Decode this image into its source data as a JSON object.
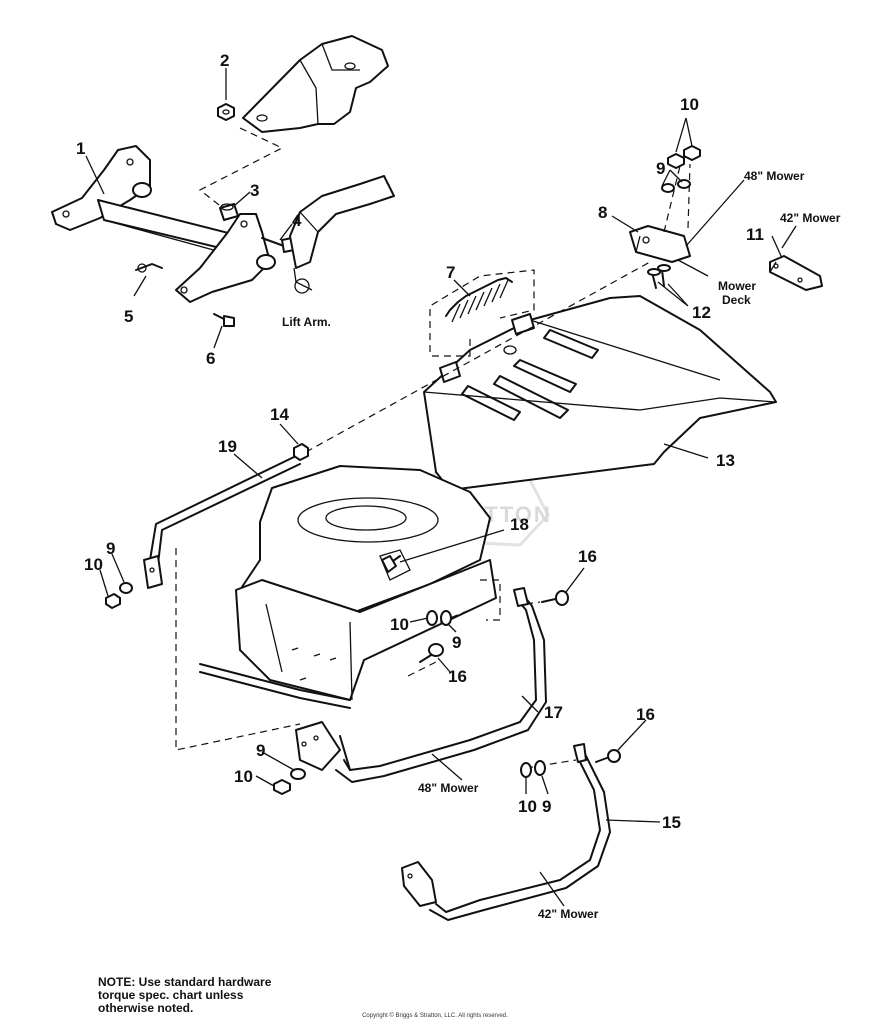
{
  "callouts": {
    "c1": "1",
    "c2": "2",
    "c3": "3",
    "c4": "4",
    "c5": "5",
    "c6": "6",
    "c7": "7",
    "c8": "8",
    "c9a": "9",
    "c9b": "9",
    "c9c": "9",
    "c9d": "9",
    "c9e": "9",
    "c10a": "10",
    "c10b": "10",
    "c10c": "10",
    "c10d": "10",
    "c10e": "10",
    "c11": "11",
    "c12": "12",
    "c13": "13",
    "c14": "14",
    "c15": "15",
    "c16a": "16",
    "c16b": "16",
    "c16c": "16",
    "c17": "17",
    "c18": "18",
    "c19": "19"
  },
  "labels": {
    "lift_arm": "Lift Arm.",
    "mower48_top": "48\" Mower",
    "mower42_top": "42\" Mower",
    "mower_deck_1": "Mower",
    "mower_deck_2": "Deck",
    "mower48_bottom": "48\" Mower",
    "mower42_bottom": "42\" Mower"
  },
  "watermark": "STRATTON",
  "note": "NOTE: Use standard hardware torque spec. chart unless otherwise noted.",
  "copyright": "Copyright © Briggs & Stratton, LLC. All rights reserved."
}
